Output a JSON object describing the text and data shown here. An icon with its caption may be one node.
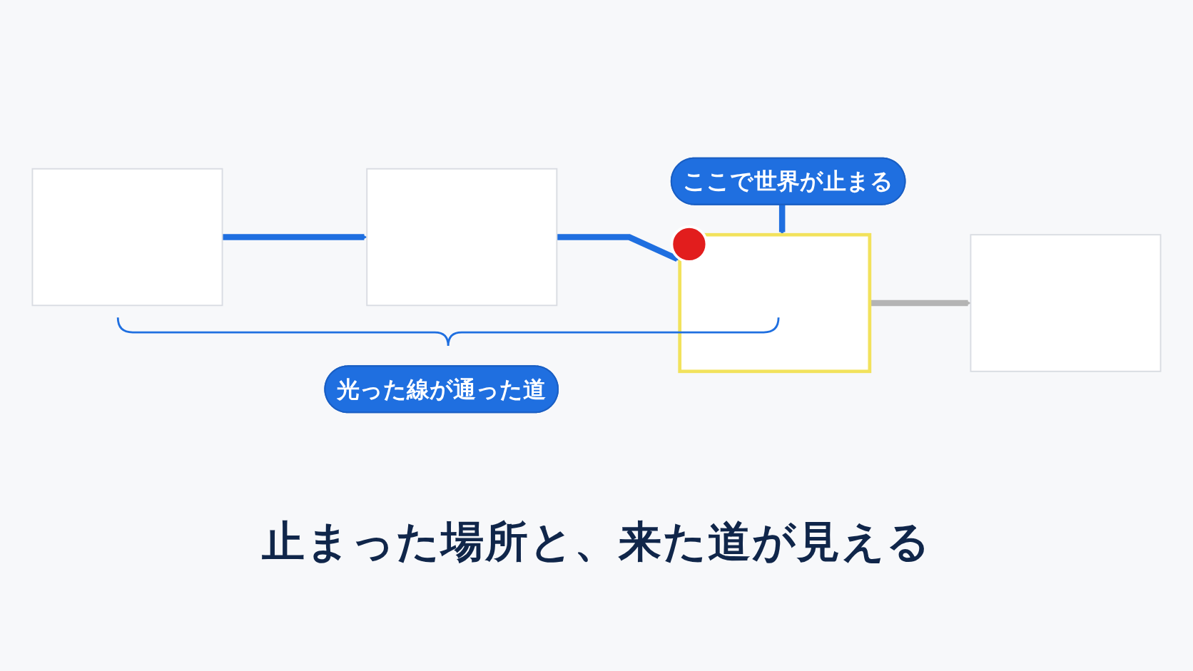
{
  "diagram": {
    "caption": "止まった場所と、来た道が見える",
    "nodes": [
      {
        "text": [],
        "shape": "box"
      },
      {
        "text": [],
        "shape": "box"
      },
      {
        "text": [],
        "shape": "box"
      },
      {
        "text": [],
        "shape": "box"
      },
      {
        "text": [
          "ここで世界が止まる"
        ]
      },
      {
        "text": [
          "光った線が通った道"
        ]
      }
    ],
    "edges": [
      {
        "from": 0,
        "to": 1,
        "arrow": "to"
      },
      {
        "from": 1,
        "to": 2,
        "arrow": "to"
      },
      {
        "from": 2,
        "to": 3,
        "arrow": "to",
        "color": "#b4b4b4"
      },
      {
        "from": 4,
        "to": 2,
        "arrow": "to"
      }
    ]
  }
}
